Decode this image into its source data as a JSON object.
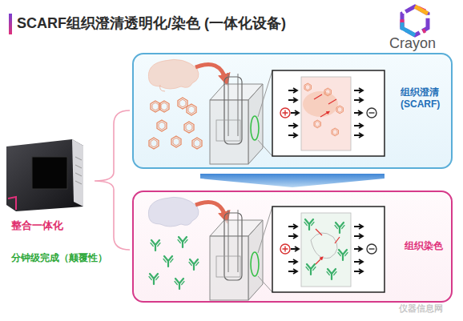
{
  "diagram": {
    "title": "SCARF组织澄清透明化/染色 (一体化设备)",
    "nodes": [
      {
        "text": [
          "组织澄清 (SCARF)"
        ]
      },
      {
        "text": [
          "组织染色"
        ]
      }
    ],
    "edges": [
      {
        "from": 0,
        "to": 1,
        "arrow": "to"
      }
    ],
    "labels": [
      "Crayon",
      "整合一体化",
      "分钟级完成（颠覆性）",
      "仪器信息网"
    ]
  }
}
